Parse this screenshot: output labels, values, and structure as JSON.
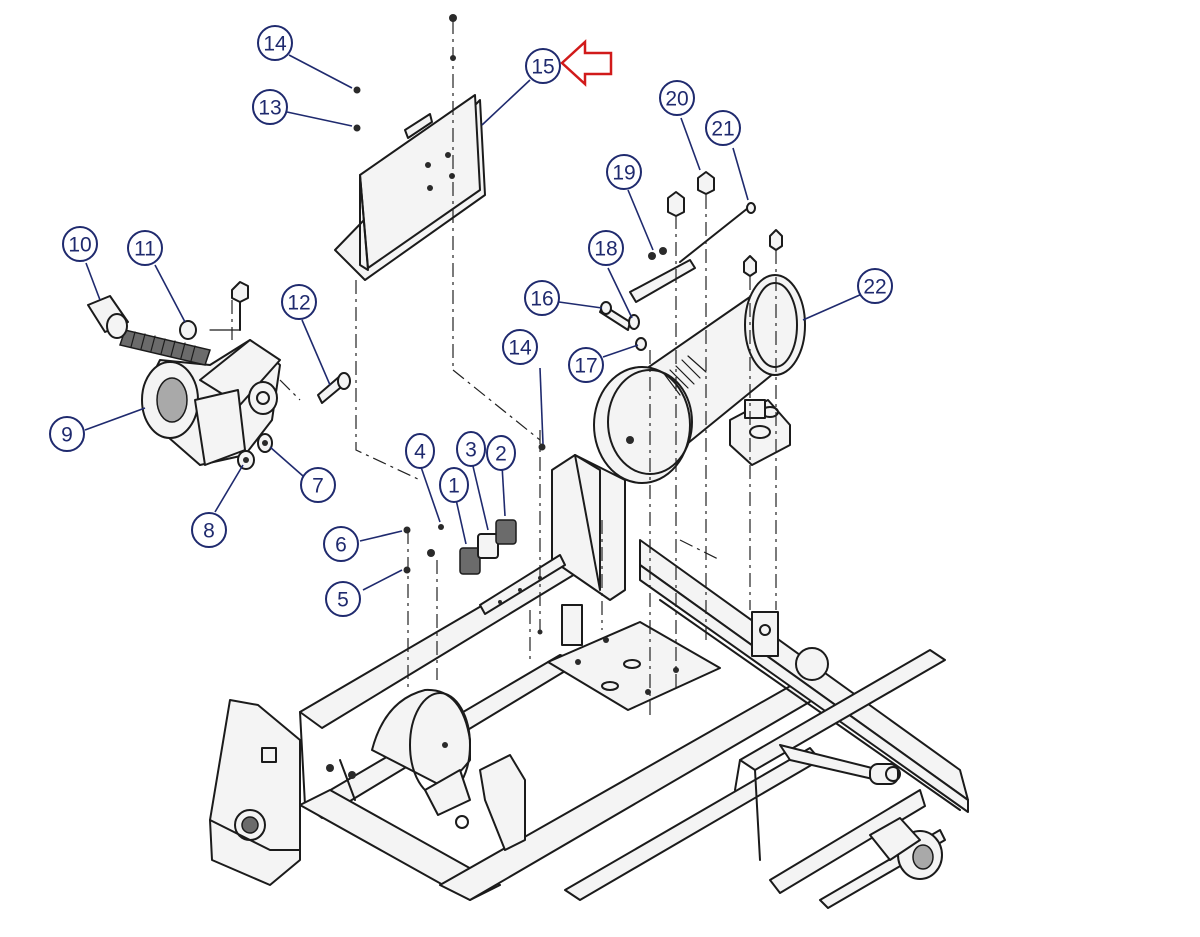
{
  "colors": {
    "callout": "#1f2a6e",
    "highlight_arrow": "#d11a1a",
    "linework": "#1b1b1b",
    "background": "#ffffff"
  },
  "highlighted_callout": "15",
  "callouts": [
    {
      "id": "c1",
      "label": "1",
      "part": "1"
    },
    {
      "id": "c2",
      "label": "2",
      "part": "2"
    },
    {
      "id": "c3",
      "label": "3",
      "part": "3"
    },
    {
      "id": "c4",
      "label": "4",
      "part": "4"
    },
    {
      "id": "c5",
      "label": "5",
      "part": "5"
    },
    {
      "id": "c6",
      "label": "6",
      "part": "6"
    },
    {
      "id": "c7",
      "label": "7",
      "part": "7"
    },
    {
      "id": "c8",
      "label": "8",
      "part": "8"
    },
    {
      "id": "c9",
      "label": "9",
      "part": "9"
    },
    {
      "id": "c10",
      "label": "10",
      "part": "10"
    },
    {
      "id": "c11",
      "label": "11",
      "part": "11"
    },
    {
      "id": "c12",
      "label": "12",
      "part": "12"
    },
    {
      "id": "c13",
      "label": "13",
      "part": "13"
    },
    {
      "id": "c14a",
      "label": "14",
      "part": "14"
    },
    {
      "id": "c14b",
      "label": "14",
      "part": "14"
    },
    {
      "id": "c15",
      "label": "15",
      "part": "15"
    },
    {
      "id": "c16",
      "label": "16",
      "part": "16"
    },
    {
      "id": "c17",
      "label": "17",
      "part": "17"
    },
    {
      "id": "c18",
      "label": "18",
      "part": "18"
    },
    {
      "id": "c19",
      "label": "19",
      "part": "19"
    },
    {
      "id": "c20",
      "label": "20",
      "part": "20"
    },
    {
      "id": "c21",
      "label": "21",
      "part": "21"
    },
    {
      "id": "c22",
      "label": "22",
      "part": "22"
    }
  ]
}
